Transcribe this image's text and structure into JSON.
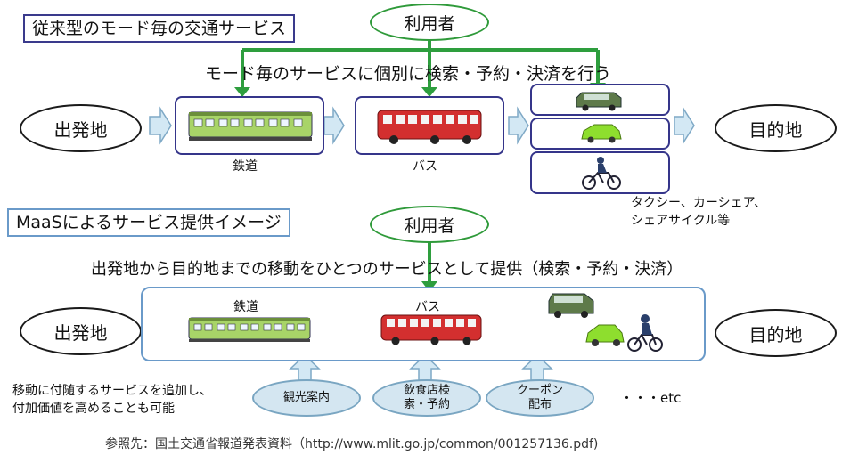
{
  "top": {
    "title": "従来型のモード毎の交通サービス",
    "user_label": "利用者",
    "description": "モード毎のサービスに個別に検索・予約・決済を行う",
    "origin_label": "出発地",
    "destination_label": "目的地",
    "rail_label": "鉄道",
    "bus_label": "バス",
    "other_modes_line1": "タクシー、カーシェア、",
    "other_modes_line2": "シェアサイクル等"
  },
  "bottom": {
    "title": "MaaSによるサービス提供イメージ",
    "user_label": "利用者",
    "description": "出発地から目的地までの移動をひとつのサービスとして提供（検索・予約・決済）",
    "origin_label": "出発地",
    "destination_label": "目的地",
    "rail_label": "鉄道",
    "bus_label": "バス",
    "note_line1": "移動に付随するサービスを追加し、",
    "note_line2": "付加価値を高めることも可能",
    "services": [
      {
        "line1": "観光案内",
        "line2": ""
      },
      {
        "line1": "飲食店検",
        "line2": "索・予約"
      },
      {
        "line1": "クーポン",
        "line2": "配布"
      }
    ],
    "etc_label": "・・・etc"
  },
  "source": "参照先：国土交通省報道発表資料（http://www.mlit.go.jp/common/001257136.pdf)",
  "colors": {
    "green_line": "#2e9e3e",
    "arrow_fill": "#d3e8f4",
    "arrow_stroke": "#7fa9c6",
    "train": "#a8d468",
    "bus": "#d32f2f",
    "taxi": "#8ede2e",
    "frame": "#6a9ac9"
  }
}
